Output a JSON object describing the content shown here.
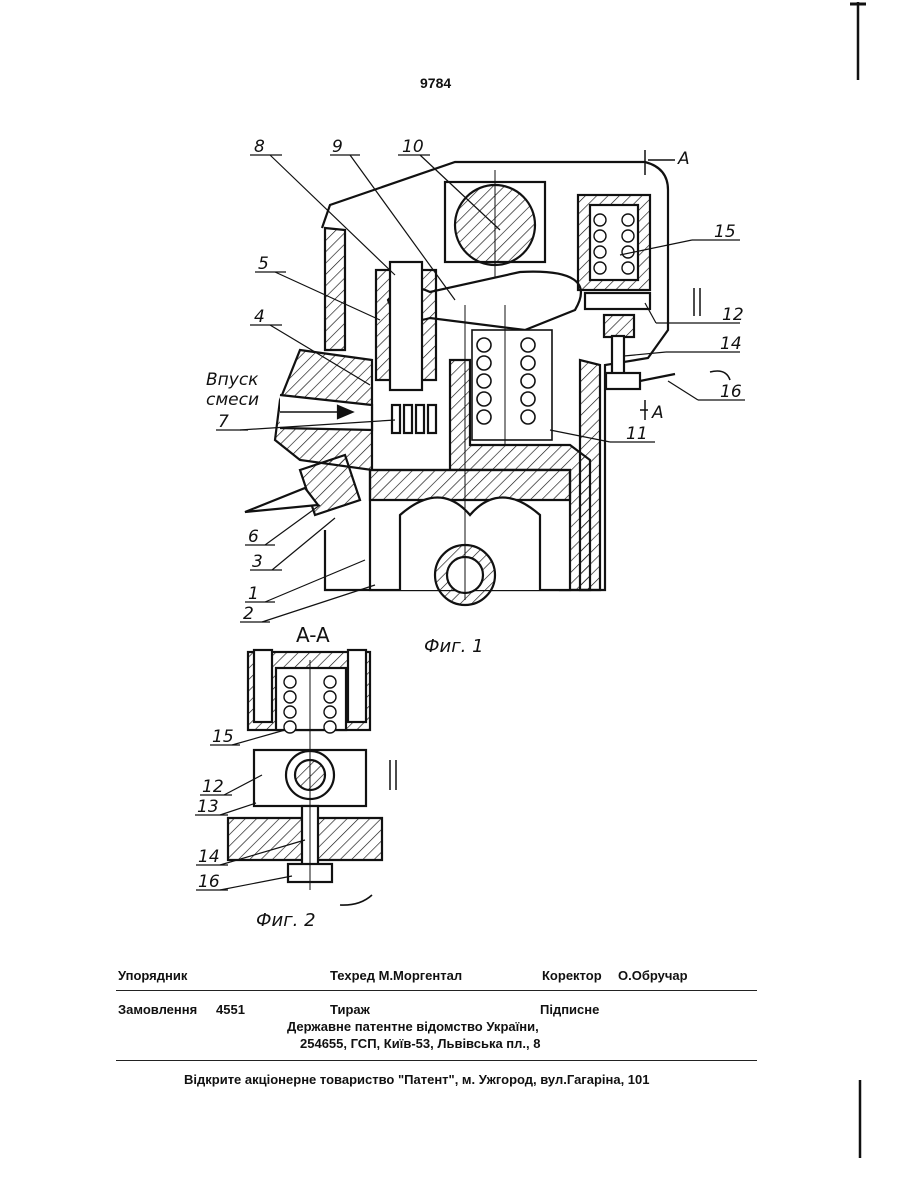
{
  "page_number": "9784",
  "figure1": {
    "caption": "Фиг. 1",
    "intake_label_line1": "Впуск",
    "intake_label_line2": "смеси",
    "section_marker": "A",
    "callouts": [
      "1",
      "2",
      "3",
      "4",
      "5",
      "6",
      "7",
      "8",
      "9",
      "10",
      "11",
      "12",
      "14",
      "15",
      "16"
    ]
  },
  "figure2": {
    "caption": "Фиг. 2",
    "section_title": "A-A",
    "callouts": [
      "12",
      "13",
      "14",
      "15",
      "16"
    ]
  },
  "colophon": {
    "compiler_label": "Упорядник",
    "techred": "Техред М.Моргентал",
    "corrector_label": "Коректор",
    "corrector_name": "О.Обручар",
    "order_label": "Замовлення",
    "order_number": "4551",
    "circulation_label": "Тираж",
    "subscription_label": "Підписне",
    "office_line1": "Державне патентне відомство України,",
    "office_line2": "254655, ГСП, Київ-53, Львівська пл., 8",
    "publisher": "Відкрите акціонерне товариство \"Патент\", м. Ужгород, вул.Гагаріна, 101"
  }
}
